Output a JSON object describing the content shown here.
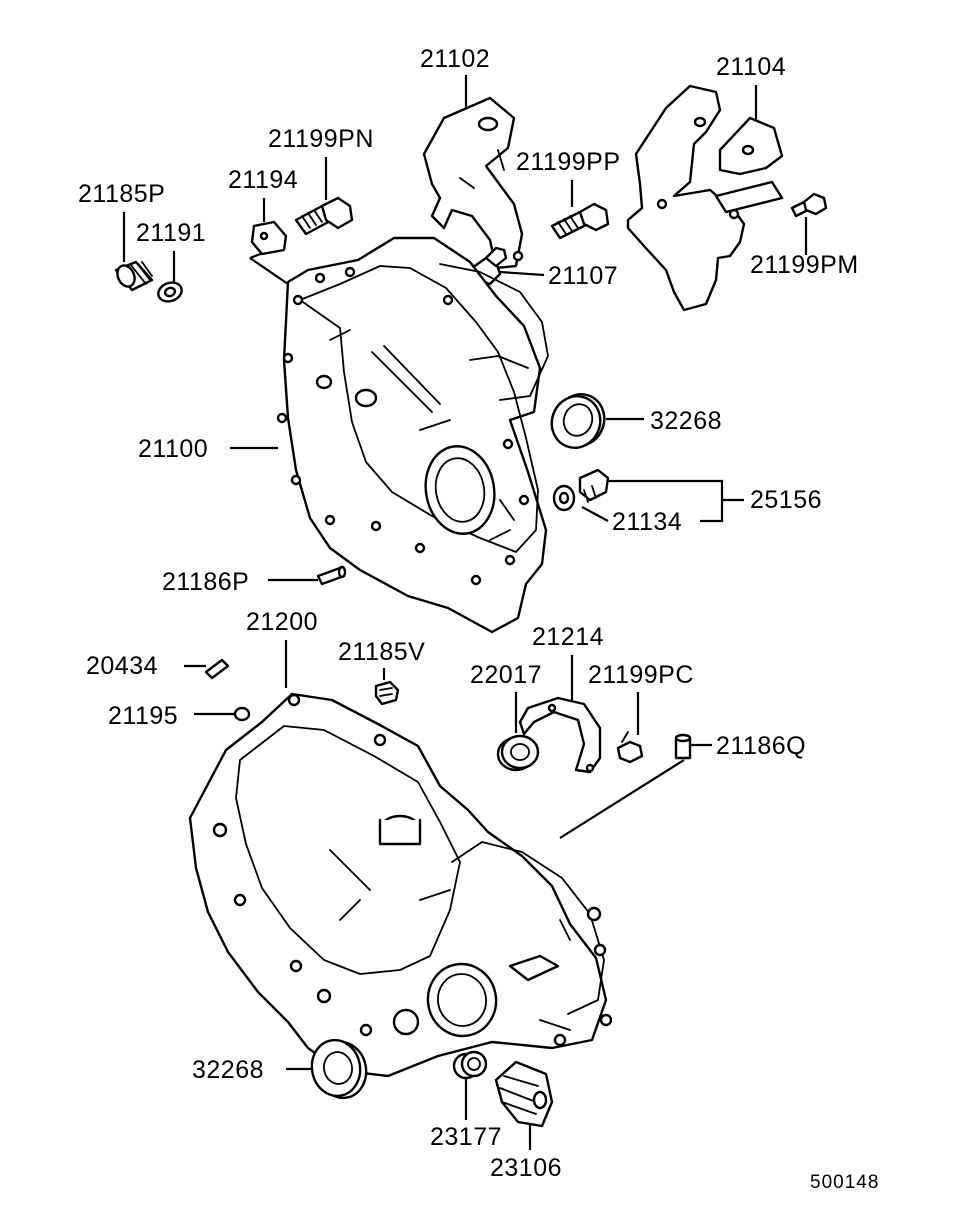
{
  "labels": {
    "p21102": "21102",
    "p21104": "21104",
    "p21199PN": "21199PN",
    "p21194": "21194",
    "p21185P": "21185P",
    "p21191": "21191",
    "p21199PP": "21199PP",
    "p21107": "21107",
    "p21199PM": "21199PM",
    "p32268_top": "32268",
    "p21100": "21100",
    "p25156": "25156",
    "p21134": "21134",
    "p21186P": "21186P",
    "p21200": "21200",
    "p21185V": "21185V",
    "p21214": "21214",
    "p20434": "20434",
    "p22017": "22017",
    "p21199PC": "21199PC",
    "p21195": "21195",
    "p21186Q": "21186Q",
    "p32268_bottom": "32268",
    "p23177": "23177",
    "p23106": "23106"
  },
  "diagram_code": "500148"
}
